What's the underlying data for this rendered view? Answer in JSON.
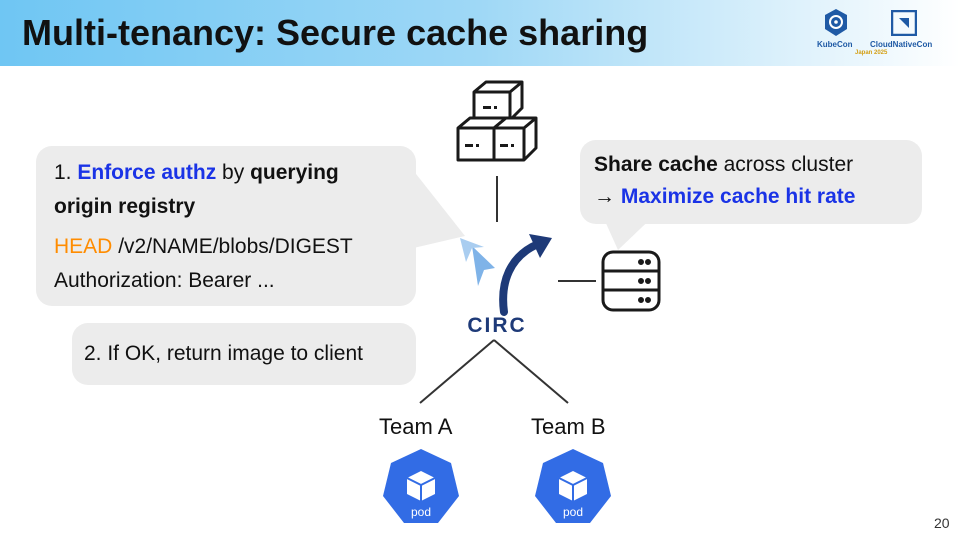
{
  "header": {
    "title": "Multi-tenancy: Secure cache sharing",
    "logo": {
      "left": "KubeCon",
      "right": "CloudNativeCon",
      "sub": "Japan 2025"
    }
  },
  "bubble_authz": {
    "number": "1.",
    "enforce": "Enforce authz",
    "by": " by ",
    "querying": "querying",
    "origin": "origin registry",
    "method": "HEAD",
    "path": " /v2/NAME/blobs/DIGEST",
    "auth_header": "Authorization: Bearer ..."
  },
  "bubble_return": {
    "text": "2. If OK, return image to client"
  },
  "bubble_share": {
    "share": "Share cache",
    "across": " across cluster",
    "arrow": "→ ",
    "maximize": "Maximize cache hit rate"
  },
  "diagram": {
    "circ_label": "CIRC",
    "team_a": "Team A",
    "team_b": "Team B",
    "pod_label": "pod"
  },
  "page_number": "20",
  "colors": {
    "accent_blue": "#1a33e6",
    "accent_orange": "#ff8c00",
    "pod_blue": "#326ce5",
    "circ_navy": "#1e3a78",
    "bubble_gray": "#ececec"
  }
}
